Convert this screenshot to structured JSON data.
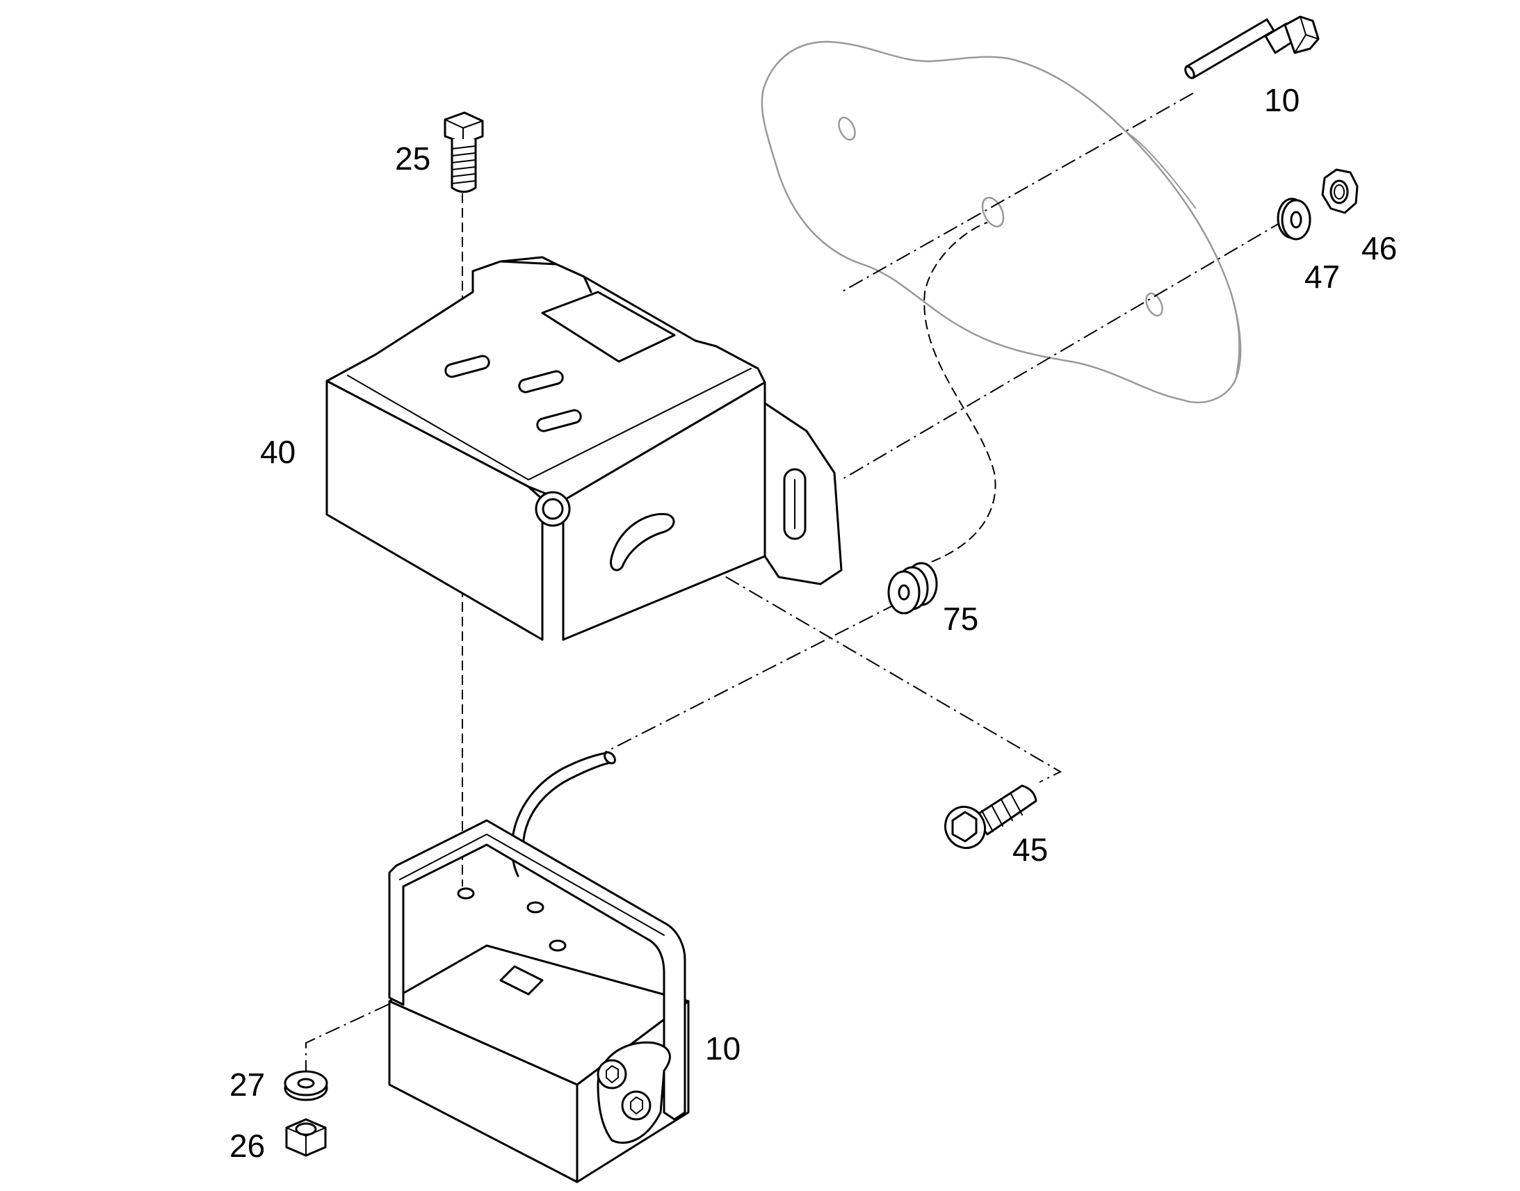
{
  "labels": {
    "rod_10": "10",
    "bolt_25": "25",
    "nut_46": "46",
    "washer_47": "47",
    "housing_40": "40",
    "grommet_75": "75",
    "screw_45": "45",
    "bracket_10": "10",
    "washer_27": "27",
    "nut_26": "26"
  }
}
